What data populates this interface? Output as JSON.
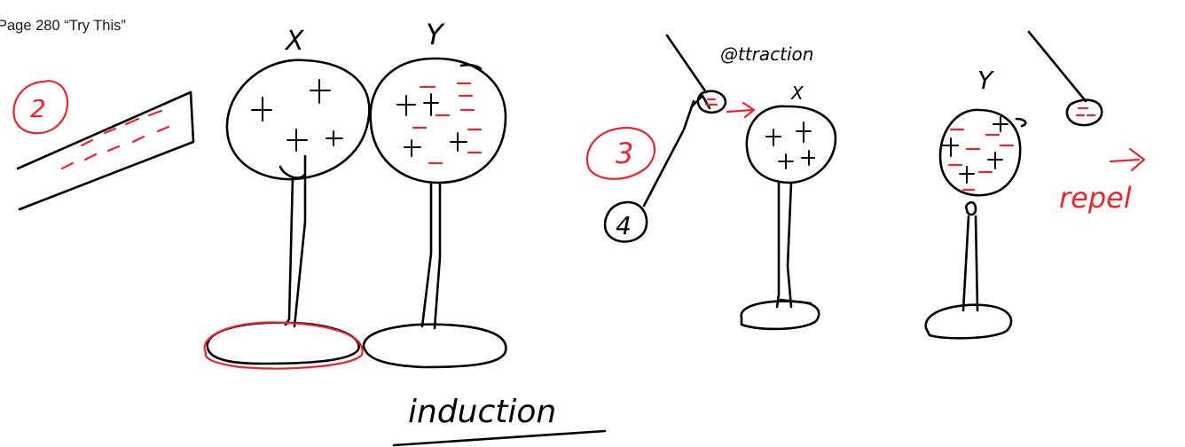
{
  "header": {
    "title": "Page 280 “Try This”"
  },
  "labels": {
    "sphere_left_top": "X",
    "sphere_mid_top": "Y",
    "sphere_right_x": "X",
    "sphere_right_y": "Y",
    "step_two": "2",
    "step_three": "3",
    "step_four": "4",
    "attraction_note": "@ttraction",
    "caption_induction": "induction",
    "caption_repel": "repel"
  },
  "colors": {
    "ink": "#000000",
    "accent": "#e8262c"
  }
}
